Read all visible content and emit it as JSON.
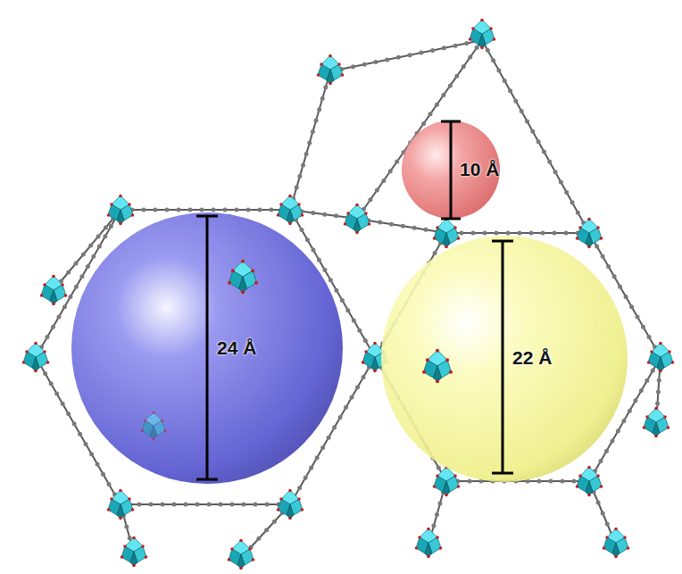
{
  "diagram": {
    "labels": [
      "24 Å",
      "22 Å",
      "10 Å"
    ]
  }
}
